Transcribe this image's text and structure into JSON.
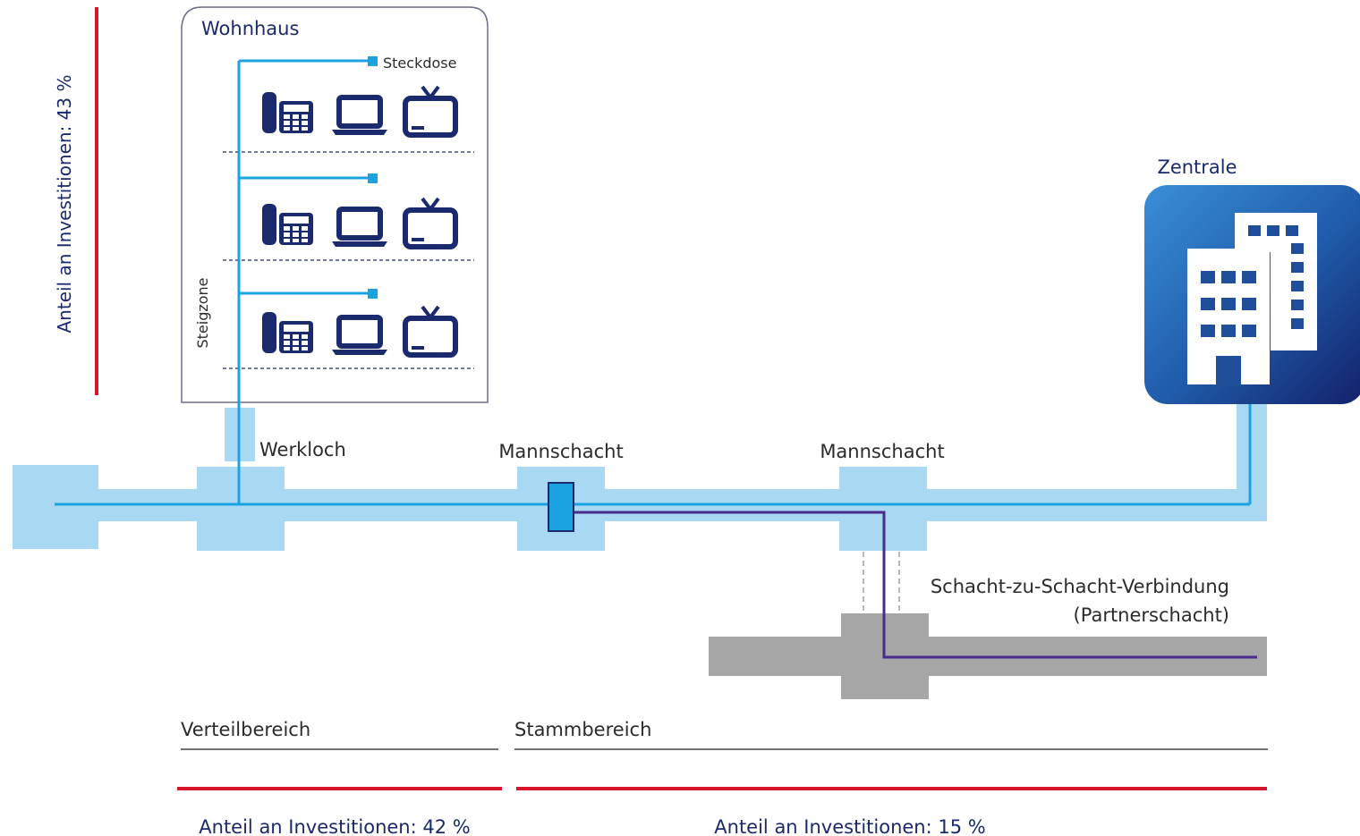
{
  "building": {
    "title": "Wohnhaus",
    "outlet_label": "Steckdose",
    "riser_label": "Steigzone",
    "floors": [
      {
        "devices": [
          "phone-icon",
          "laptop-icon",
          "tv-icon"
        ]
      },
      {
        "devices": [
          "phone-icon",
          "laptop-icon",
          "tv-icon"
        ]
      },
      {
        "devices": [
          "phone-icon",
          "laptop-icon",
          "tv-icon"
        ]
      }
    ]
  },
  "central": {
    "title": "Zentrale",
    "icon": "office-building-icon"
  },
  "network": {
    "werkloch": "Werkloch",
    "manhole_1": "Mannschacht",
    "manhole_2": "Mannschacht",
    "connection_line1": "Schacht-zu-Schacht-Verbindung",
    "connection_line2": "(Partnerschacht)"
  },
  "areas": {
    "distribution": "Verteilbereich",
    "trunk": "Stammbereich"
  },
  "investment": {
    "building": "Anteil an Investitionen: 43 %",
    "distribution": "Anteil an Investitionen: 42 %",
    "trunk": "Anteil an Investitionen: 15 %"
  },
  "colors": {
    "duct": "#a9d8f3",
    "fiber": "#1aa3e0",
    "partner_fiber": "#4a2a8c",
    "partner_duct": "#a6a6a6",
    "investment_bar": "#d9152b",
    "title_text": "#1a2a6c"
  }
}
